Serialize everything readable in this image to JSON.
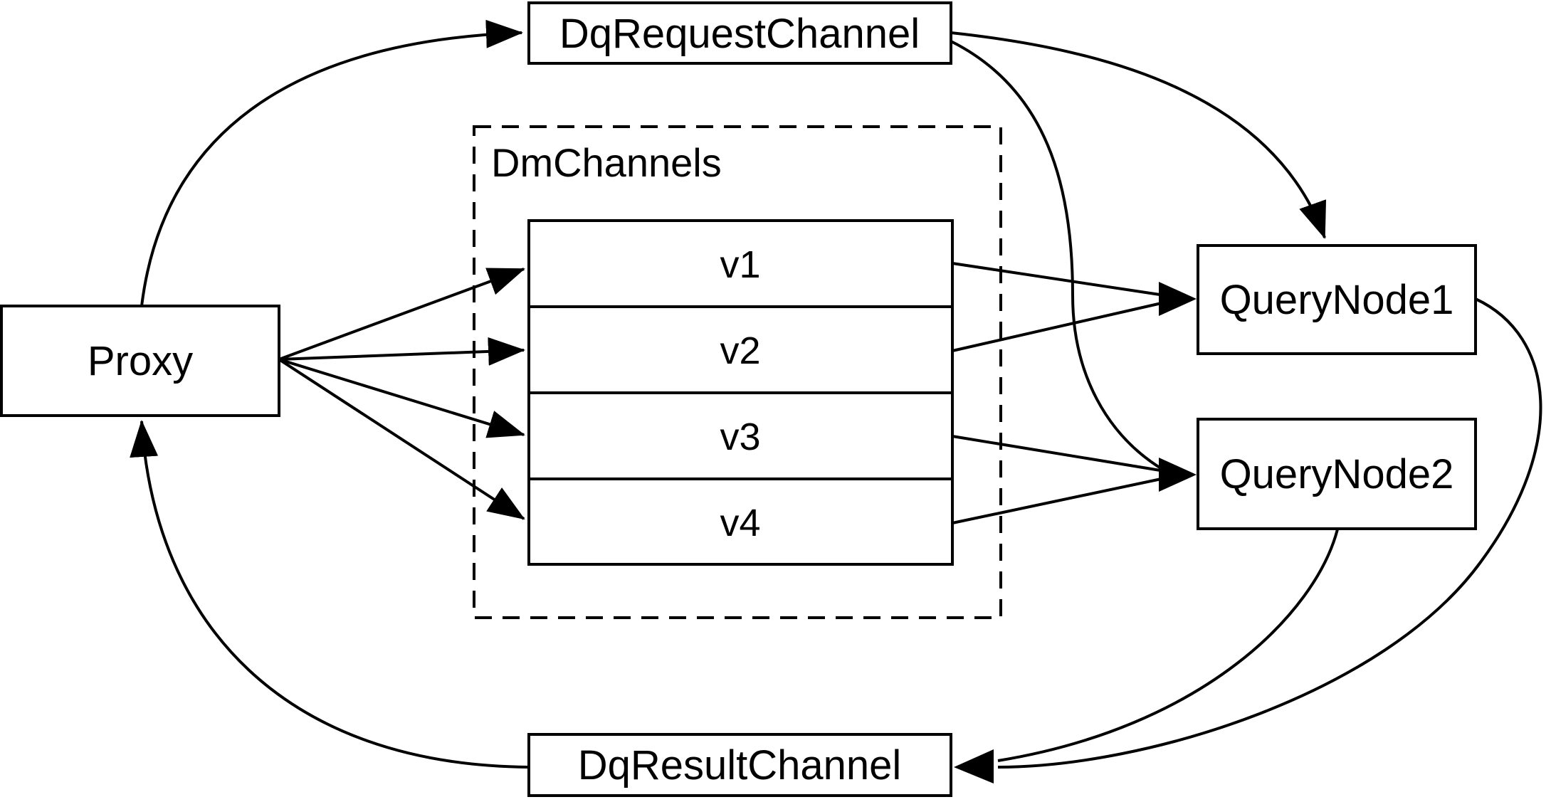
{
  "diagram": {
    "background_color": "#ffffff",
    "stroke_color": "#000000",
    "nodes": {
      "proxy": {
        "label": "Proxy"
      },
      "dq_request_channel": {
        "label": "DqRequestChannel"
      },
      "dm_channels_group": {
        "label": "DmChannels"
      },
      "channels": [
        {
          "label": "v1"
        },
        {
          "label": "v2"
        },
        {
          "label": "v3"
        },
        {
          "label": "v4"
        }
      ],
      "query_node_1": {
        "label": "QueryNode1"
      },
      "query_node_2": {
        "label": "QueryNode2"
      },
      "dq_result_channel": {
        "label": "DqResultChannel"
      }
    },
    "edges": [
      {
        "from": "proxy",
        "to": "dq_request_channel"
      },
      {
        "from": "proxy",
        "to": "v1"
      },
      {
        "from": "proxy",
        "to": "v2"
      },
      {
        "from": "proxy",
        "to": "v3"
      },
      {
        "from": "proxy",
        "to": "v4"
      },
      {
        "from": "v1",
        "to": "query_node_1"
      },
      {
        "from": "v2",
        "to": "query_node_1"
      },
      {
        "from": "v3",
        "to": "query_node_2"
      },
      {
        "from": "v4",
        "to": "query_node_2"
      },
      {
        "from": "dq_request_channel",
        "to": "query_node_1"
      },
      {
        "from": "dq_request_channel",
        "to": "query_node_2"
      },
      {
        "from": "query_node_1",
        "to": "dq_result_channel"
      },
      {
        "from": "query_node_2",
        "to": "dq_result_channel"
      },
      {
        "from": "dq_result_channel",
        "to": "proxy"
      }
    ]
  }
}
